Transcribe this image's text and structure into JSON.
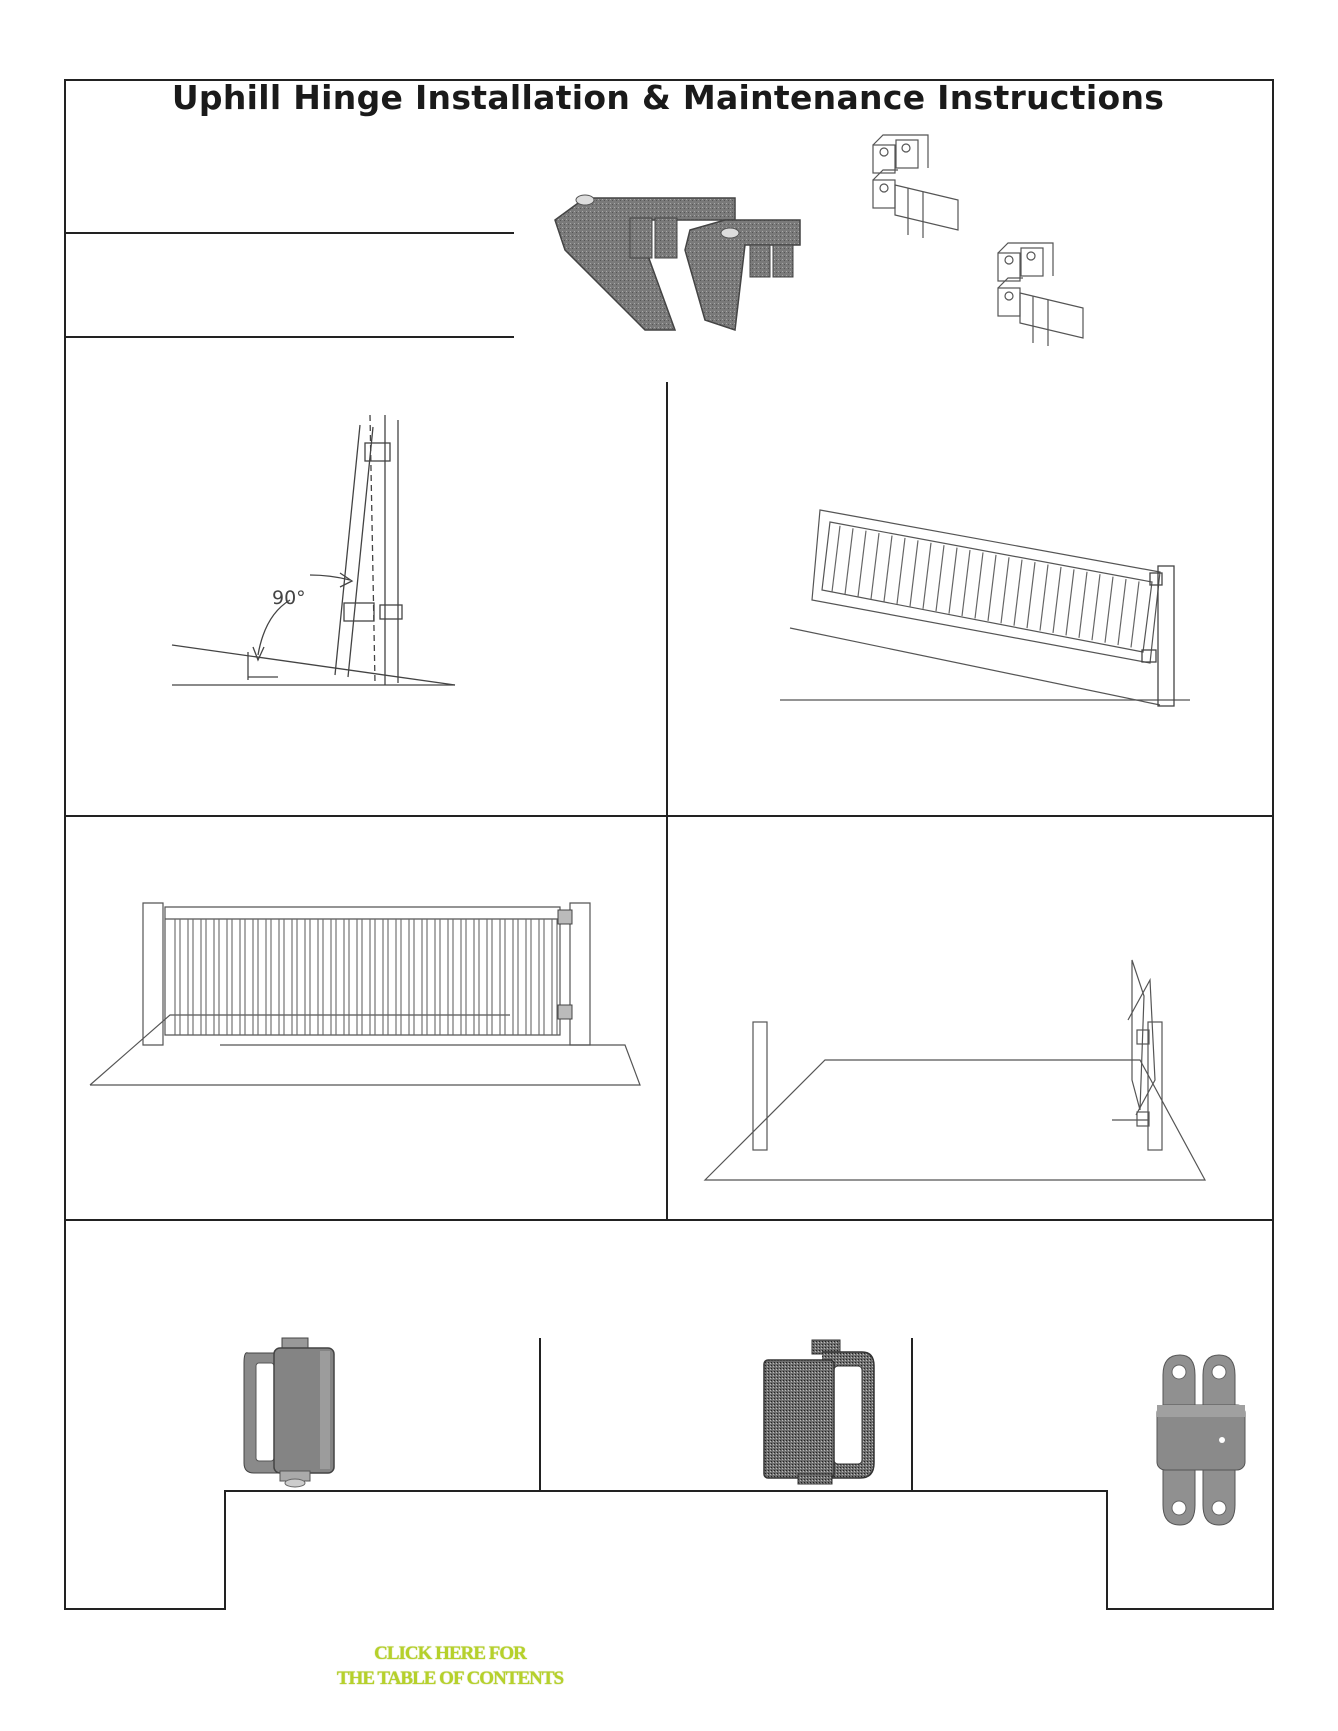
{
  "title": "Uphill Hinge Installation & Maintenance Instructions",
  "diagram_labels": {
    "angle": "90°"
  },
  "toc_link": {
    "line1": "CLICK HERE FOR",
    "line2": "THE TABLE OF CONTENTS"
  },
  "colors": {
    "border": "#222222",
    "link": "#b6d12a",
    "hinge_gray": "#8a8a8a"
  }
}
